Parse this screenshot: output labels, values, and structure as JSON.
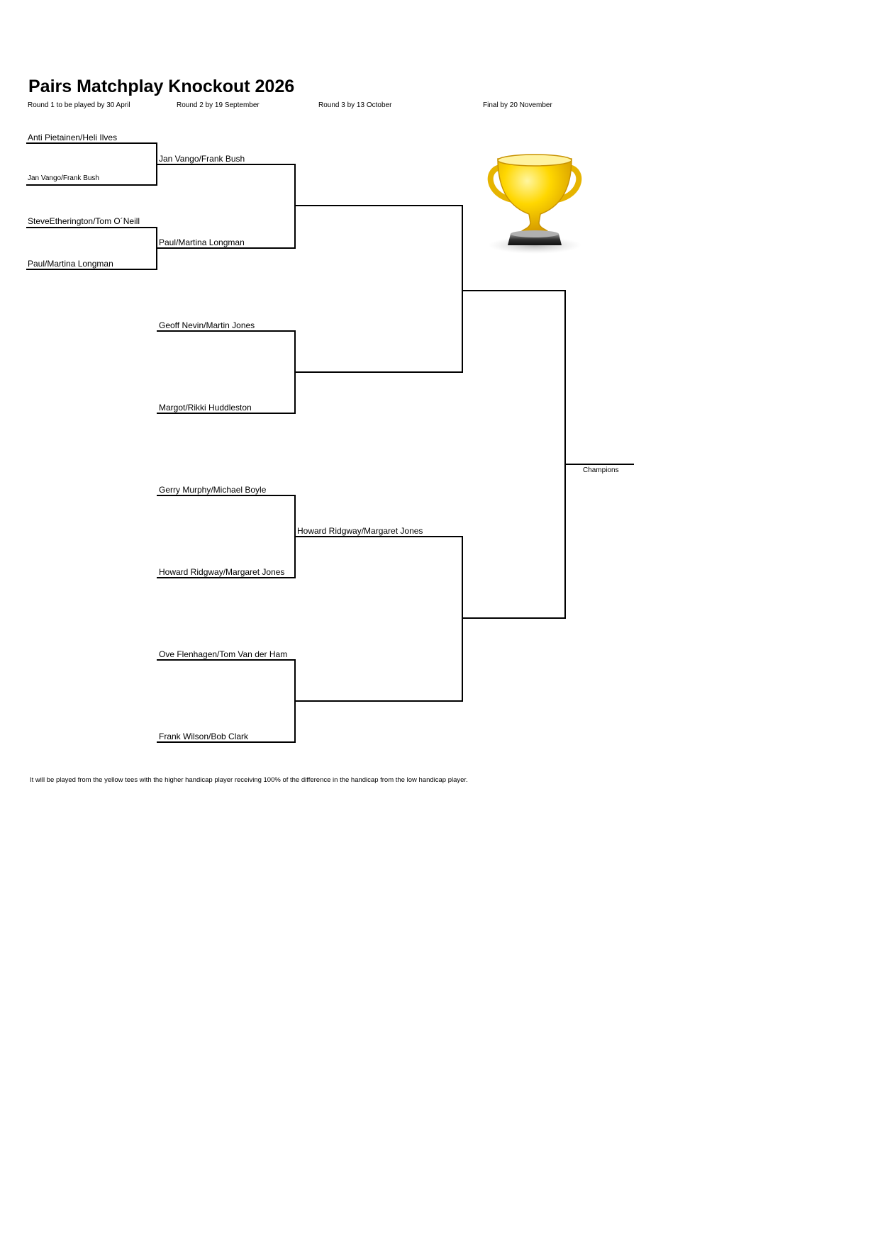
{
  "title": "Pairs Matchplay Knockout 2026",
  "rounds": {
    "r1": "Round 1 to be played by 30 April",
    "r2": "Round 2 by 19 September",
    "r3": "Round 3 by 13 October",
    "final": "Final by 20 November"
  },
  "round1": [
    "Anti Pietainen/Heli Ilves",
    "Jan Vango/Frank Bush",
    "SteveEtherington/Tom O´Neill",
    "Paul/Martina  Longman"
  ],
  "round2": [
    "Jan Vango/Frank Bush",
    "Paul/Martina  Longman",
    "Geoff Nevin/Martin Jones",
    "Margot/Rikki Huddleston",
    "Gerry Murphy/Michael Boyle",
    "Howard Ridgway/Margaret Jones",
    "Ove Flenhagen/Tom Van der Ham",
    "Frank Wilson/Bob Clark"
  ],
  "round3": [
    "",
    "",
    "Howard Ridgway/Margaret Jones",
    ""
  ],
  "champions_label": "Champions",
  "note": "It will be played from the yellow tees with the higher handicap player receiving 100% of the difference in the handicap from the low handicap player.",
  "icons": {
    "trophy": "trophy-icon"
  },
  "colors": {
    "trophy_gold": "#f5c400",
    "trophy_base": "#3a3a3a",
    "line": "#000000"
  }
}
